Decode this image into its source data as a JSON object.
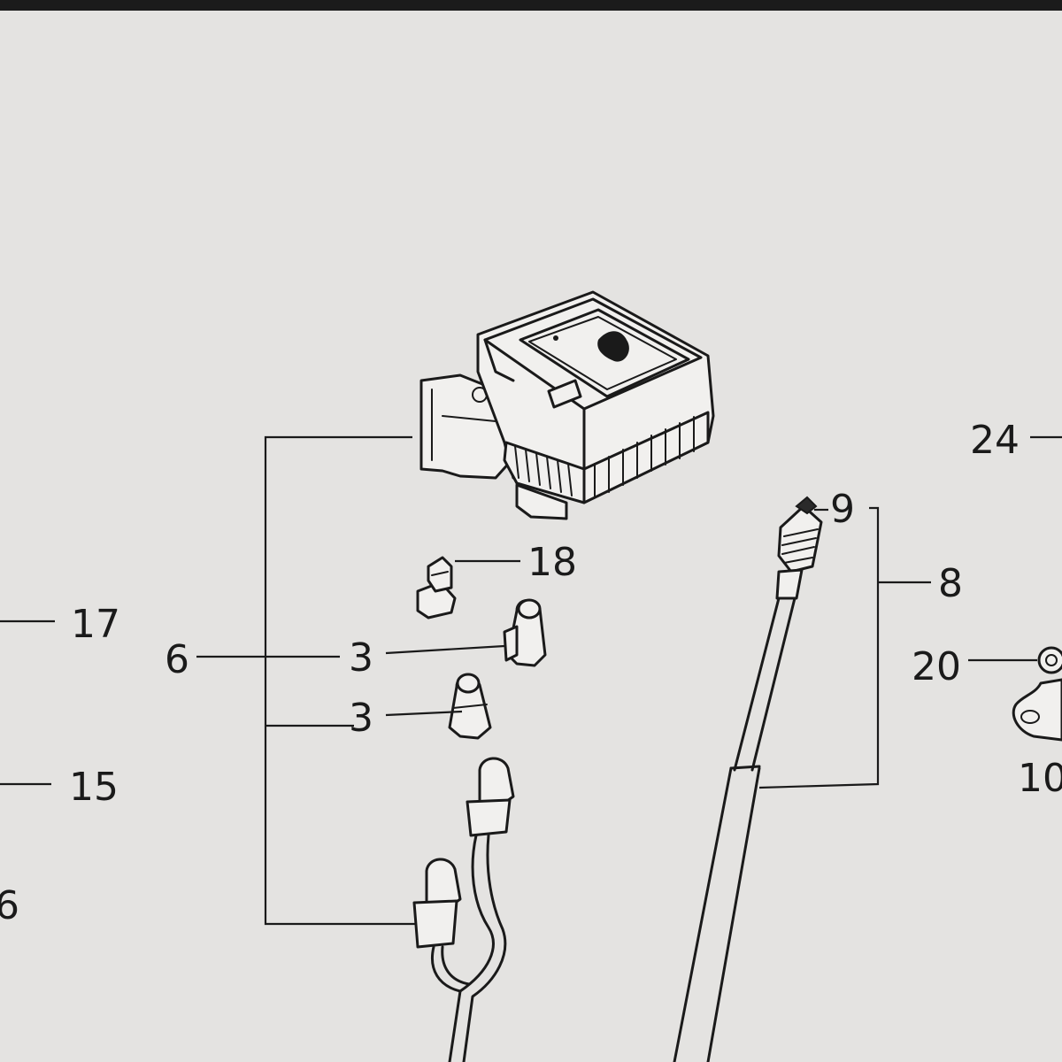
{
  "diagram": {
    "colors": {
      "paper": "#e4e3e1",
      "ink": "#1a1a1a",
      "top_band": "#1b1b1b"
    },
    "callouts": {
      "c17": "17",
      "c15": "15",
      "c6_left_edge": "6",
      "c6": "6",
      "c3_upper": "3",
      "c3_lower": "3",
      "c18": "18",
      "c9": "9",
      "c8": "8",
      "c24": "24",
      "c20": "20",
      "c10": "10"
    }
  }
}
